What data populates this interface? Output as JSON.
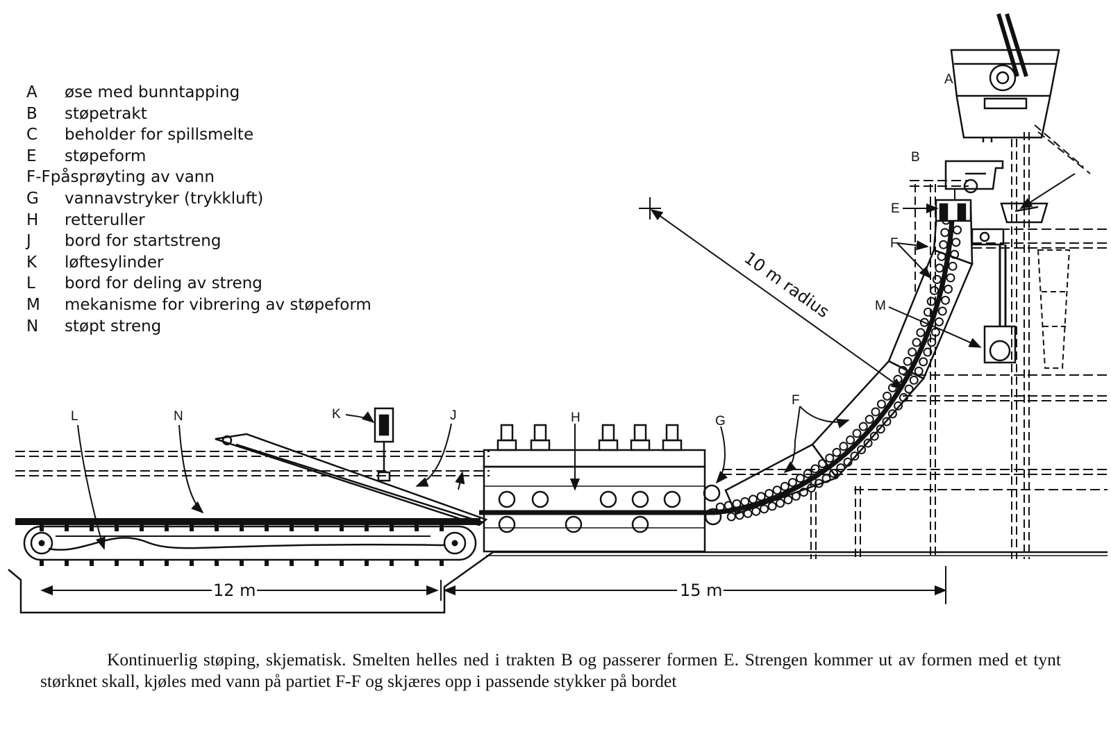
{
  "legend": [
    {
      "key": "A",
      "text": "øse med bunntapping"
    },
    {
      "key": "B",
      "text": "støpetrakt"
    },
    {
      "key": "C",
      "text": "beholder for spillsmelte"
    },
    {
      "key": "E",
      "text": "støpeform"
    },
    {
      "key": "F-F",
      "text": "påsprøyting av vann"
    },
    {
      "key": "G",
      "text": "vannavstryker (trykkluft)"
    },
    {
      "key": "H",
      "text": "retteruller"
    },
    {
      "key": "J",
      "text": "bord for startstreng"
    },
    {
      "key": "K",
      "text": "løftesylinder"
    },
    {
      "key": "L",
      "text": "bord for deling av streng"
    },
    {
      "key": "M",
      "text": "mekanisme for vibrering av støpeform"
    },
    {
      "key": "N",
      "text": "støpt streng"
    }
  ],
  "labels": {
    "A": "A",
    "B": "B",
    "E": "E",
    "F_top": "F",
    "F_mid": "F",
    "M": "M",
    "G": "G",
    "H": "H",
    "J": "J",
    "K": "K",
    "L": "L",
    "N": "N"
  },
  "radius_label": "10 m radius",
  "dim_12": "12 m",
  "dim_15": "15 m",
  "caption": "Kontinuerlig støping, skjematisk. Smelten helles ned i trakten B og passerer formen E. Strengen kommer ut av formen med et tynt størknet skall, kjøles med vann på partiet F-F og skjæres opp i passende stykker på bordet"
}
